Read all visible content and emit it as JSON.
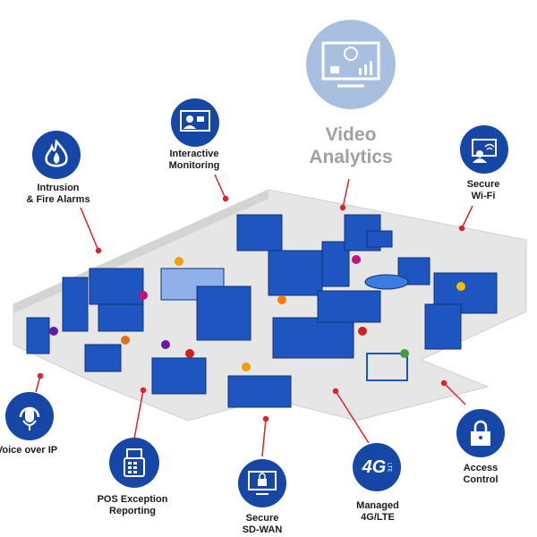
{
  "colors": {
    "brand_blue": "#1747a6",
    "light_blue": "#a9bfe0",
    "leader_red": "#e0202a",
    "floor": "#e6e6e6",
    "label_gray": "#a0a0a0"
  },
  "features": {
    "video_analytics": {
      "line1": "Video",
      "line2": "Analytics",
      "icon": "monitor-lightbulb-chart-icon"
    },
    "interactive_monitoring": {
      "line1": "Interactive",
      "line2": "Monitoring",
      "icon": "person-camera-icon"
    },
    "intrusion": {
      "line1": "Intrusion",
      "line2": "& Fire Alarms",
      "icon": "flame-icon"
    },
    "wifi": {
      "line1": "Secure",
      "line2": "Wi-Fi",
      "icon": "person-wifi-icon"
    },
    "voip": {
      "line1": "Voice over IP",
      "icon": "headset-icon"
    },
    "pos": {
      "line1": "POS Exception",
      "line2": "Reporting",
      "icon": "register-icon"
    },
    "sdwan": {
      "line1": "Secure",
      "line2": "SD-WAN",
      "icon": "monitor-lock-icon"
    },
    "lte": {
      "line1": "Managed",
      "line2": "4G/LTE",
      "icon": "4g-lte-icon",
      "badge": "4G",
      "badge_sub": "LTE"
    },
    "access": {
      "line1": "Access",
      "line2": "Control",
      "icon": "padlock-icon"
    }
  }
}
